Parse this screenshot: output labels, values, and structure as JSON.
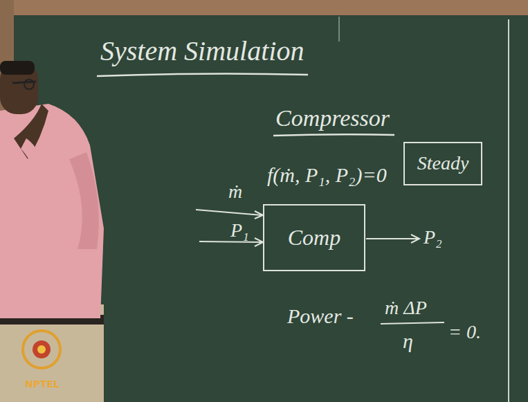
{
  "diagram": {
    "title": "System Simulation",
    "nodes": [
      {
        "text": [
          "Steady"
        ]
      },
      {
        "text": [
          "Comp"
        ]
      }
    ],
    "labels": [
      "Compressor",
      "f(ṁ, P₁, P₂)=0",
      "ṁ",
      "P₁",
      "P₂",
      "Power -",
      "ṁ ΔP",
      "η",
      "= 0.",
      "NPTEL"
    ]
  }
}
